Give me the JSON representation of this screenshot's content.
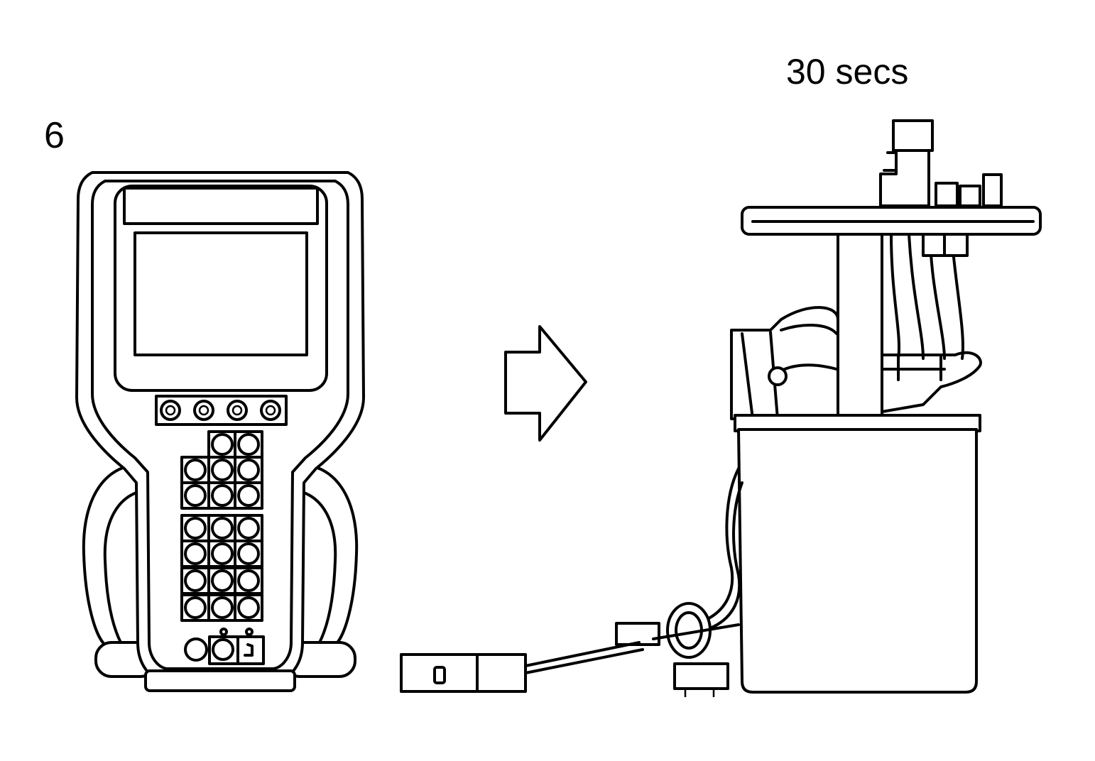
{
  "diagram": {
    "step_number": "6",
    "duration_label": "30 secs",
    "device_keypad": {
      "top_keys": 4,
      "key_grid_rows": [
        [
          0,
          1,
          1
        ],
        [
          1,
          1,
          1
        ],
        [
          1,
          1,
          1
        ],
        [
          1,
          1,
          1
        ],
        [
          1,
          1,
          1
        ],
        [
          1,
          1,
          1
        ],
        [
          1,
          1,
          1
        ]
      ]
    },
    "colors": {
      "line": "#000000",
      "background": "#ffffff"
    }
  }
}
